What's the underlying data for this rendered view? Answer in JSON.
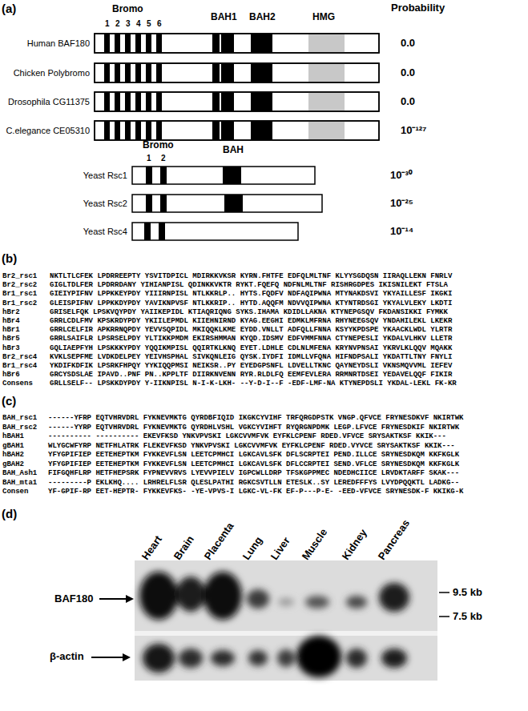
{
  "diagram": {
    "nodes": [
      {
        "text": [
          "Human BAF180",
          "0.0"
        ]
      },
      {
        "text": [
          "Chicken Polybromo",
          "0.0"
        ]
      },
      {
        "text": [
          "Drosophila CG11375",
          "0.0"
        ]
      },
      {
        "text": [
          "C.elegance CE05310",
          "10⁻¹²⁷"
        ]
      },
      {
        "text": [
          "Yeast Rsc1",
          "10⁻³⁰"
        ]
      },
      {
        "text": [
          "Yeast Rsc2",
          "10⁻²⁵"
        ]
      },
      {
        "text": [
          "Yeast Rsc4",
          "10⁻¹⁴"
        ]
      }
    ],
    "labels": [
      "(a)",
      "Bromo",
      "1",
      "2",
      "3",
      "4",
      "5",
      "6",
      "BAH1",
      "BAH2",
      "HMG",
      "Probability",
      "Bromo",
      "1",
      "2",
      "BAH",
      "(b)",
      "Br2_rsc1",
      "NKTLTLCFEK LPDRREEPTY YSVITDPICL MDIRKKVKSR KYRN.FHTFE EDFQLMLTNF KLYYSGDQSN IIRAQLLEKN FNRLV",
      "Br2_rsc2",
      "GIGLTDLFER LPDRRDANY YIHIANPISL QDINKKVKTR RYKT.FQEFQ NDFNLMLTNF RISHRGDPES IKISNILEKT FTSLA",
      "Br1_rsc1",
      "GIEIYPIFNV LPPKKEYPDY YIIIRNPISL NTLKKRLP.. HYTS.FQDFV NDFAQIPWNA MTYNAKDSVI YKYAILLESF IKGKI",
      "Br1_rsc2",
      "GLEISPIFNV LPPKKDYPDY YAVIKNPVSF NTLKKRIP.. HYTD.AQQFM NDVVQIPWNA KTYNTRDSGI YKYALVLEKY LKDTI",
      "hBr2",
      "GRISELFQK LPSKVQYPDY YAIIKEPIDL KTIAQRIQNG SYKS.IHAMA KDIDLLAKNA KTYNEPGSQV FKDANSIKKI FYMKK",
      "hBr4",
      "GRRLCDLFMV KPSKRDYPDY YKIILEPMDL KIIEHNIRND KYAG.EEGHI EDMKLMFRNA RHYNEEGSQV YNDAHILEKL LKEKR",
      "hBr1",
      "GRRLCELFIR APKRRNQPDY YEVVSQPIDL MKIQQKLKME EYDD.VNLLT ADFQLLFNNA KSYYKPDSPE YKAACKLWDL YLRTR",
      "hBr5",
      "GRRLSAIFLR LPSRSELPDY YLTIKKPMDM EKIRSHMMAN KYQD.IDSMV EDFVMMFNNA CTYNEPESLI YKDALVLHKV LLETR",
      "hBr3",
      "GQLIAEPFYH LPSKKKYPDY YQQIKMPISL QQIRTKLKNQ EYET.LDHLE CDLNLMFENA KRYNVPNSAI YKRVLKLQQV MQAKK",
      "Br2_rsc4",
      "KVKLSEPFME LVDKDELPEY YEIVHSPHAL SIVKQNLEIG QYSK.IYDFI IDMLLVFQNA HIFNDPSALI YKDATTLTNY FNYLI",
      "Br1_rsc4",
      "YKDIFKDFIK LPSRKFHPQY YYKIQQPMSI NEIKSR..PY EYEDGPSNFL LDVELLTKNC QAYNEYDSLI VKNSMQVVML IEFEV",
      "hBr6",
      "GRCYSDSLAE IPAVD..PNF PN..KPPLTF DIIRKNVENN RYR.RLDLFQ EEMFEVLERA RRMNRTDSEI YEDAVELQQF FIKIR",
      "Consens",
      "GRLLSELF-- LPSKKDYPDY Y-IIKNPISL N-I-K-LKH- --Y-D-I--F -EDF-LMF-NA KTYNEPDSLI YKDAL-LEKL FK-KR",
      "(c)",
      "BAH_rsc1",
      "------YFRP EQTVHRVDRL FYKNEVMKTG QYRDBFIQID IKGKCYVIHF TRFQRGDPSTK VNGP.QFVCE FRYNESDKVF NKIRTWK",
      "BAH_rsc2",
      "------YYRP EQTVHRVDRL FYKNEVMKTG QYRDHLVSHL VGKCYVIHFT RYQRGNPDMK LEGP.LFVCE FRYNESDKIF NKIRTWK",
      "hBAH1",
      "---------- ---------- EKEVFKSD YNKVPVSKI LGKCVVMFVK EYFKLCPENF RDED.VFVCE SRYSAKTKSF KKIK---",
      "gBAH1",
      "WLYGCWFYRP NETFHLATRK FLEKEVFKSD YNKVPVSKI LGKCVVMFVK EYFKLCPENF RDED.VYVCE SRYSAKTKSF KKIK---",
      "hBAH2",
      "YFYGPIFIEP EETEHEPTKM FYKKEVFLSN LEETCPMHCI LGKCAVLSFK DFLSCRPTEI PEND.ILLCE SRYNESDKQM KKFKGLK",
      "gBAH2",
      "YFYGPIFIEP EETEHEPTKM FYKKEVFLSN LEETCPMHCI LGKCAVLSFK DFLCCRPTEI SEND.VFLCE SRYNESDKQM KKFKGLK",
      "BAH_Ash1",
      "FIFGQHFLRP HETFHEPSRK FYPNEVVRVS LYEVVPIELV IGPCWLLDRP TFSKGPPMEC NDEDHCIICE LRVDKTARFF SKAK---",
      "BAH_mta1",
      "---------P EKLKHQ.... LRHRELFLSR QLESLPATHI RGKCSVTLLN ETESLK..SY LEREDFFFYS LVYDPQQKTL LADKG--",
      "Consen",
      "YF-GPIF-RP EET-HEPTR- FYKKEVFKS- -YE-VPVS-I LGKC-VL-FK EF-P---P-E- -EED-VFVCE SRYNESDK-F KKIKG-K",
      "(d)",
      "Heart",
      "Brain",
      "Placenta",
      "Lung",
      "Liver",
      "Muscle",
      "Kidney",
      "Pancreas",
      "BAF180",
      "9.5 kb",
      "7.5 kb",
      "β-actin"
    ]
  }
}
